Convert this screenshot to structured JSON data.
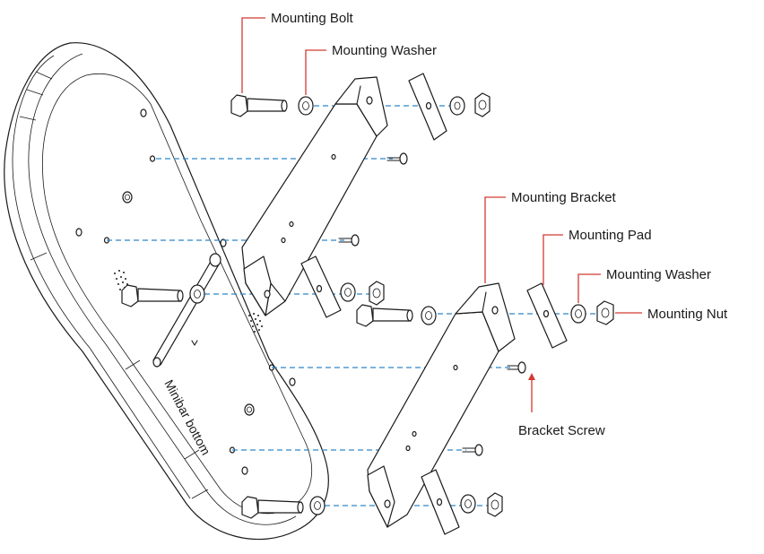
{
  "diagram": {
    "labels": {
      "mounting_bolt": "Mounting Bolt",
      "mounting_washer_top": "Mounting Washer",
      "mounting_bracket": "Mounting Bracket",
      "mounting_pad": "Mounting Pad",
      "mounting_washer_right": "Mounting Washer",
      "mounting_nut": "Mounting Nut",
      "bracket_screw": "Bracket Screw",
      "minibar_bottom": "Minibar bottom"
    },
    "colors": {
      "leader_lines": "#d23a32",
      "alignment_lines": "#2f86c9",
      "outline": "#1a1a1a"
    }
  }
}
